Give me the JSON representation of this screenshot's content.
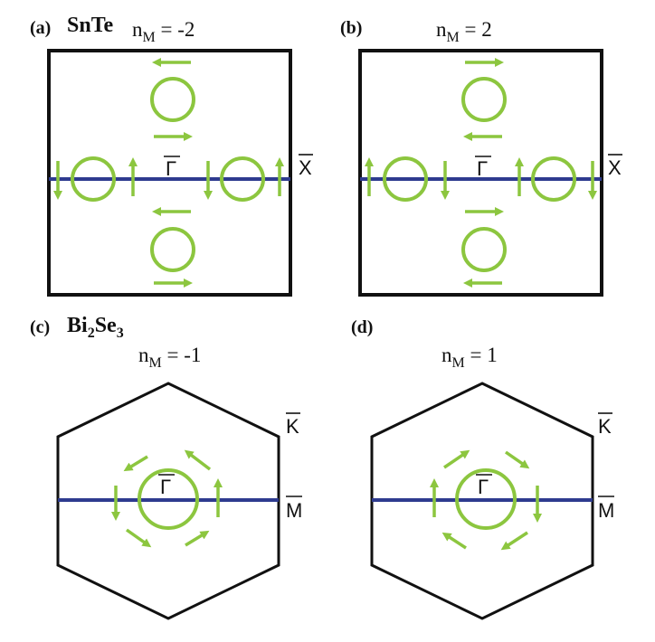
{
  "colors": {
    "frame": "#111111",
    "axis_line": "#2e3b8f",
    "texture": "#8cc63f"
  },
  "panels": {
    "a": {
      "tag": "(a)",
      "material": "SnTe",
      "n_label": "n",
      "n_sub": "M",
      "n_value": " = -2",
      "point_center": "Γ",
      "point_edge": "X"
    },
    "b": {
      "tag": "(b)",
      "n_label": "n",
      "n_sub": "M",
      "n_value": " = 2",
      "point_center": "Γ",
      "point_edge": "X"
    },
    "c": {
      "tag": "(c)",
      "material_base": "Bi",
      "material_sub1": "2",
      "material_mid": "Se",
      "material_sub2": "3",
      "n_label": "n",
      "n_sub": "M",
      "n_value": " = -1",
      "point_center": "Γ",
      "point_corner": "K",
      "point_edge": "M"
    },
    "d": {
      "tag": "(d)",
      "n_label": "n",
      "n_sub": "M",
      "n_value": " = 1",
      "point_center": "Γ",
      "point_corner": "K",
      "point_edge": "M"
    }
  }
}
